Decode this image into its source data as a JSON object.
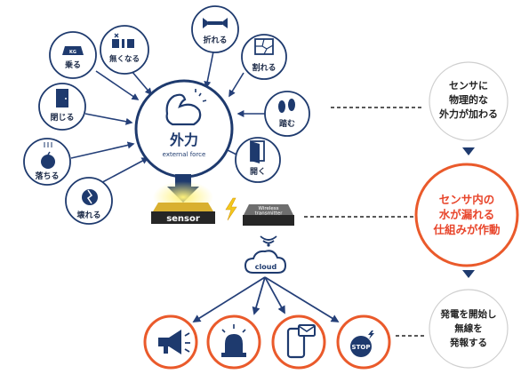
{
  "colors": {
    "navy": "#1e3a6e",
    "arrow": "#243f78",
    "orange": "#ea5a2b",
    "red": "#e8452b",
    "gray": "#555555"
  },
  "force_items": [
    {
      "label": "乗る",
      "icon": "scale-icon",
      "icon_text": "KG"
    },
    {
      "label": "無くなる",
      "icon": "objects-missing-icon"
    },
    {
      "label": "折れる",
      "icon": "bent-bar-icon"
    },
    {
      "label": "割れる",
      "icon": "cracked-glass-icon"
    },
    {
      "label": "閉じる",
      "icon": "closed-door-icon"
    },
    {
      "label": "踏む",
      "icon": "footprint-icon"
    },
    {
      "label": "落ちる",
      "icon": "falling-apple-icon"
    },
    {
      "label": "開く",
      "icon": "open-door-icon"
    },
    {
      "label": "壊れる",
      "icon": "broken-icon"
    }
  ],
  "center": {
    "title": "外力",
    "subtitle": "external force",
    "icon": "flexed-arm-icon"
  },
  "sensor": {
    "label": "sensor"
  },
  "transmitter": {
    "line1": "Wireless",
    "line2": "transmitter",
    "icon": "lightning-icon"
  },
  "cloud": {
    "label": "cloud",
    "signal_icon": "wifi-signal-icon"
  },
  "outputs": [
    {
      "icon": "megaphone-icon"
    },
    {
      "icon": "siren-light-icon"
    },
    {
      "icon": "phone-message-icon"
    },
    {
      "icon": "stop-sign-icon",
      "text": "STOP"
    }
  ],
  "steps": [
    {
      "lines": [
        "センサに",
        "物理的な",
        "外力が加わる"
      ]
    },
    {
      "lines": [
        "センサ内の",
        "水が漏れる",
        "仕組みが作動"
      ]
    },
    {
      "lines": [
        "発電を開始し",
        "無線を",
        "発報する"
      ]
    }
  ]
}
